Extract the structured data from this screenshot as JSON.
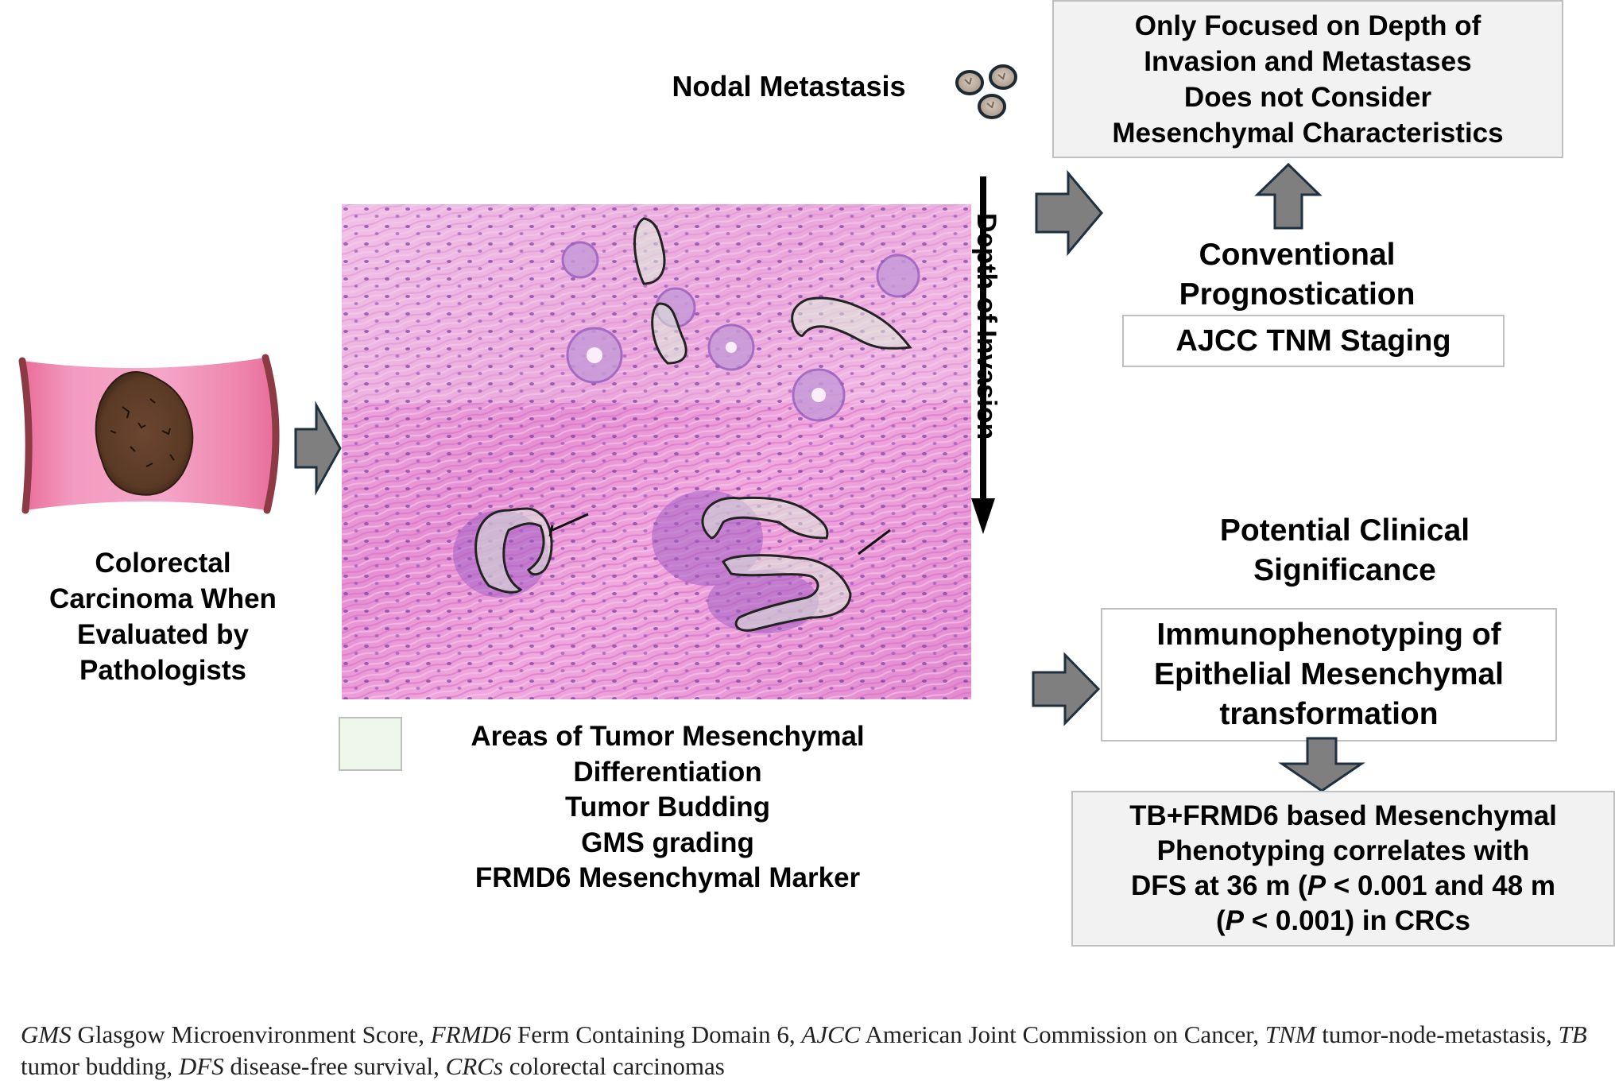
{
  "top_box": {
    "lines": [
      "Only Focused on Depth of",
      "Invasion and Metastases",
      "Does not Consider",
      "Mesenchymal Characteristics"
    ]
  },
  "nodal_metastasis": {
    "label": "Nodal Metastasis",
    "icon": "lymph-node-cells-icon"
  },
  "depth_of_invasion": {
    "label": "Depth of Invasion"
  },
  "conventional": {
    "lines": [
      "Conventional",
      "Prognostication"
    ]
  },
  "ajcc_box": {
    "label": "AJCC TNM Staging"
  },
  "left_label": {
    "lines": [
      "Colorectal",
      "Carcinoma When",
      "Evaluated by",
      "Pathologists"
    ]
  },
  "legend": {
    "swatch_color": "#eef7ea",
    "lines": [
      "Areas of Tumor Mesenchymal",
      "Differentiation",
      "Tumor Budding",
      "GMS grading",
      "FRMD6 Mesenchymal Marker"
    ]
  },
  "potential": {
    "lines": [
      "Potential Clinical",
      "Significance"
    ]
  },
  "immuno_box": {
    "lines": [
      "Immunophenotyping of",
      "Epithelial Mesenchymal",
      "transformation"
    ]
  },
  "result_box": {
    "line1": "TB+FRMD6 based Mesenchymal",
    "line2": "Phenotyping correlates with",
    "line3_a": "DFS at 36 m (",
    "p_symbol": "P",
    "line3_b": " < 0.001 and 48 m",
    "line4_a": "(",
    "line4_b": " < 0.001) in CRCs"
  },
  "caption": {
    "items": [
      {
        "abbr": "GMS",
        "text": " Glasgow Microenvironment Score, "
      },
      {
        "abbr": "FRMD6",
        "text": " Ferm Containing Domain 6, "
      },
      {
        "abbr": "AJCC",
        "text": " American Joint Commission on Cancer, "
      },
      {
        "abbr": "TNM",
        "text": " tumor-node-metastasis, "
      },
      {
        "abbr": "TB",
        "text": " tumor budding, "
      },
      {
        "abbr": "DFS",
        "text": " disease-free survival, "
      },
      {
        "abbr": "CRCs",
        "text": " colorectal carcinomas"
      }
    ]
  },
  "colors": {
    "arrow_fill": "#7f7f7f",
    "arrow_stroke": "#1f3140",
    "box_grey": "#f2f2f2",
    "box_border": "#bfbfbf",
    "tissue_pink": "#e9a0d6",
    "tube_pink": "#ef8fb4",
    "tumor_brown": "#5a3a26"
  }
}
